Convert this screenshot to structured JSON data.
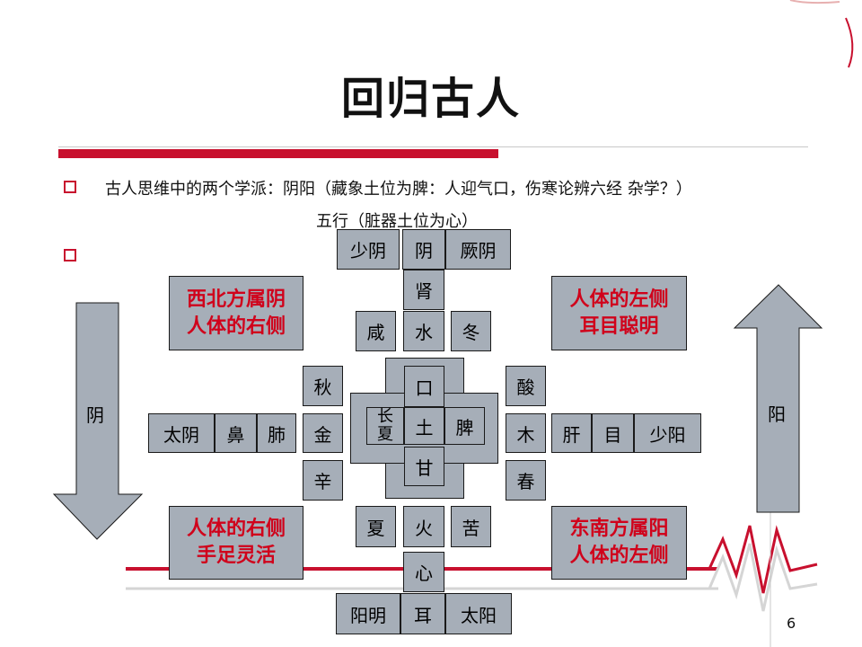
{
  "title": "回归古人",
  "bullets": [
    "古人思维中的两个学派：阴阳（藏象土位为脾：人迎气口，伤寒论辨六经   杂学？）",
    "五行（脏器土位为心）"
  ],
  "corner_labels": {
    "top_left": [
      "西北方属阴",
      "人体的右侧"
    ],
    "top_right": [
      "人体的左侧",
      "耳目聪明"
    ],
    "bottom_left": [
      "人体的右侧",
      "手足灵活"
    ],
    "bottom_right": [
      "东南方属阳",
      "人体的左侧"
    ]
  },
  "arrows": {
    "left_down": "阴",
    "right_up": "阳"
  },
  "north": {
    "row": [
      "少阴",
      "阴",
      "厥阴"
    ],
    "organ": "肾",
    "triple": [
      "咸",
      "水",
      "冬"
    ]
  },
  "west": {
    "row": [
      "太阴",
      "鼻",
      "肺"
    ],
    "triple": [
      "秋",
      "金",
      "辛"
    ]
  },
  "east": {
    "row": [
      "肝",
      "目",
      "少阳"
    ],
    "triple": [
      "酸",
      "木",
      "春"
    ]
  },
  "south": {
    "triple": [
      "夏",
      "火",
      "苦"
    ],
    "organ": "心",
    "row": [
      "阳明",
      "耳",
      "太阳"
    ]
  },
  "center": {
    "top": "口",
    "middle": "土",
    "right": "脾",
    "left": [
      "长",
      "夏"
    ],
    "bottom": "甘"
  },
  "page_number": "6",
  "colors": {
    "accent_red": "#c8102e",
    "box_fill": "#a6aeb8",
    "label_red": "#d0021b"
  }
}
